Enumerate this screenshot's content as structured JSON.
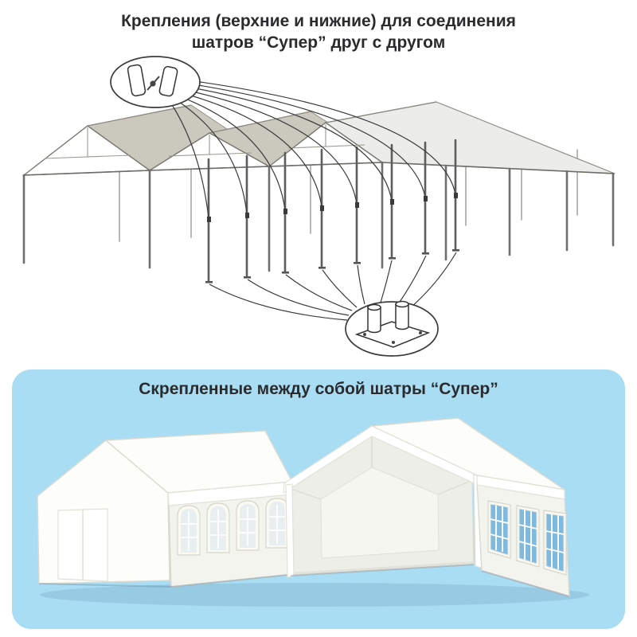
{
  "top": {
    "title_line1": "Крепления (верхние и нижние) для соединения",
    "title_line2": "шатров “Супер” друг с другом"
  },
  "bottom": {
    "title": "Скрепленные между собой шатры “Супер”"
  },
  "colors": {
    "title_text": "#2b2b2e",
    "panel": "#a9ddf3",
    "line_art": "#3a3a3a",
    "roof_light": "#ececea",
    "roof_shade": "#cbc8bd",
    "glass": "#7fb9dd"
  }
}
